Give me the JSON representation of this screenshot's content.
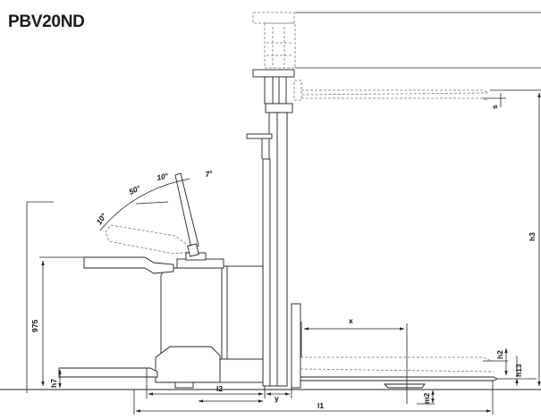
{
  "model": "PBV20ND",
  "angles": {
    "a1": "10°",
    "a2": "50°",
    "a3": "10°",
    "a4": "7°"
  },
  "dimensions": {
    "h3": "h3",
    "s": "s",
    "x": "x",
    "h2": "h2",
    "h13": "h13",
    "h7": "h7",
    "d975": "975",
    "l2": "l2",
    "l1": "l1",
    "y": "y",
    "m2": "m2"
  },
  "colors": {
    "line": "#222222",
    "dashed": "#777777"
  }
}
